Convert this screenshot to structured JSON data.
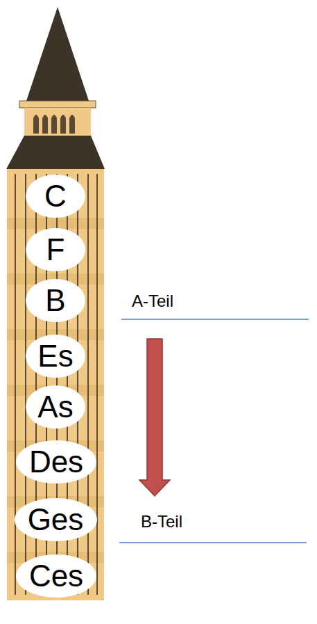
{
  "diagram": {
    "nodes": [
      {
        "text": [
          "C"
        ]
      },
      {
        "text": [
          "F"
        ]
      },
      {
        "text": [
          "B"
        ]
      },
      {
        "text": [
          "Es"
        ]
      },
      {
        "text": [
          "As"
        ]
      },
      {
        "text": [
          "Des"
        ]
      },
      {
        "text": [
          "Ges"
        ]
      },
      {
        "text": [
          "Ces"
        ]
      }
    ],
    "labels": [
      "A-Teil",
      "B-Teil"
    ]
  }
}
